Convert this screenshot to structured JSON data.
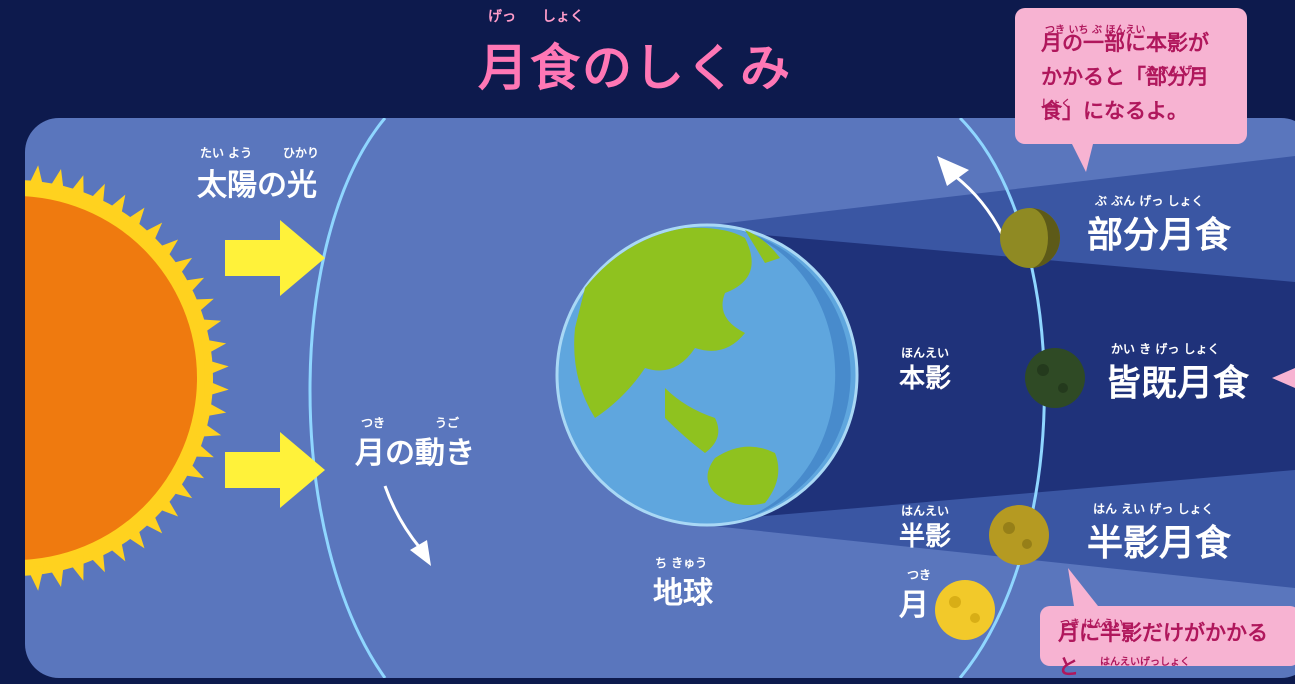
{
  "title": {
    "text": "月食のしくみ",
    "ruby_getsu": "げっ",
    "ruby_shoku": "しょく"
  },
  "labels": {
    "sunlight": "太陽の光",
    "sunlight_ruby_1": "たい よう",
    "sunlight_ruby_2": "ひかり",
    "moon_motion": "月の動き",
    "moon_motion_ruby_1": "つき",
    "moon_motion_ruby_2": "うご",
    "earth": "地球",
    "earth_ruby": "ち きゅう",
    "umbra": "本影",
    "umbra_ruby": "ほんえい",
    "penumbra": "半影",
    "penumbra_ruby": "はんえい",
    "moon": "月",
    "moon_ruby": "つき",
    "partial": "部分月食",
    "partial_ruby": "ぶ ぶん げっ しょく",
    "total": "皆既月食",
    "total_ruby": "かい き げっ しょく",
    "penumbral": "半影月食",
    "penumbral_ruby": "はん えい げっ しょく"
  },
  "callouts": {
    "partial_line1": "月の一部に本影が",
    "partial_line1_ruby": "つき いち ぶ ほんえい",
    "partial_line2": "かかると「部分月",
    "partial_line2_ruby": "ぶ ぶん げっ",
    "partial_line3": "食」になるよ。",
    "partial_line3_ruby": "しょく",
    "penumbral_line1": "月に半影だけがかかると",
    "penumbral_line1_ruby": "つき はんえい",
    "penumbral_line2_ruby": "はんえいげっしょく"
  },
  "colors": {
    "background": "#0d1a4d",
    "panel": "#5a76bd",
    "umbra": "#1f327a",
    "penumbra": "#3a56a3",
    "sun": "#ef7a0f",
    "sun_rim": "#ffd21f",
    "arrow": "#fff23a",
    "orbit": "#8fd6ff",
    "ocean": "#5fa6de",
    "land": "#8fc21f",
    "title": "#ff77b5",
    "callout_bg": "#f7b3d2",
    "callout_text": "#b0175c"
  }
}
